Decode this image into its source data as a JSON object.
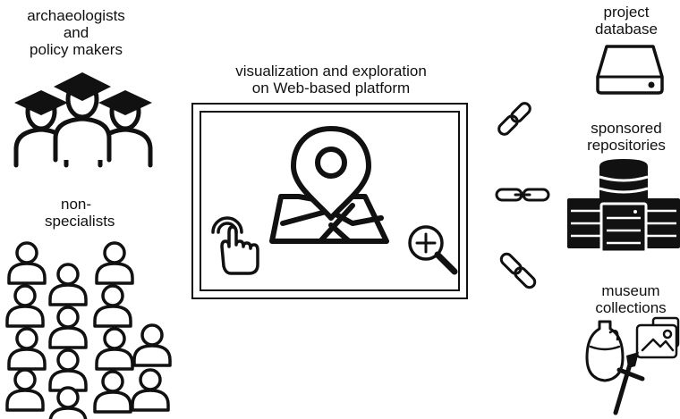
{
  "groups": {
    "experts_line1": "archaeologists",
    "experts_line2": "and",
    "experts_line3": "policy makers",
    "public_line1": "non-",
    "public_line2": "specialists"
  },
  "platform": {
    "title_line1": "visualization and exploration",
    "title_line2": "on Web-based platform"
  },
  "sources": {
    "database_line1": "project",
    "database_line2": "database",
    "repos_line1": "sponsored",
    "repos_line2": "repositories",
    "museum_line1": "museum",
    "museum_line2": "collections"
  },
  "icons": {
    "experts": "graduation-cap-people-icon",
    "public": "crowd-people-icon",
    "map": "map-pin-icon",
    "touch": "touch-hand-icon",
    "zoom": "magnifier-plus-icon",
    "link": "chain-link-icon",
    "database": "hard-drive-icon",
    "servers": "server-stack-icon",
    "museum": "vase-and-pictures-icon"
  }
}
